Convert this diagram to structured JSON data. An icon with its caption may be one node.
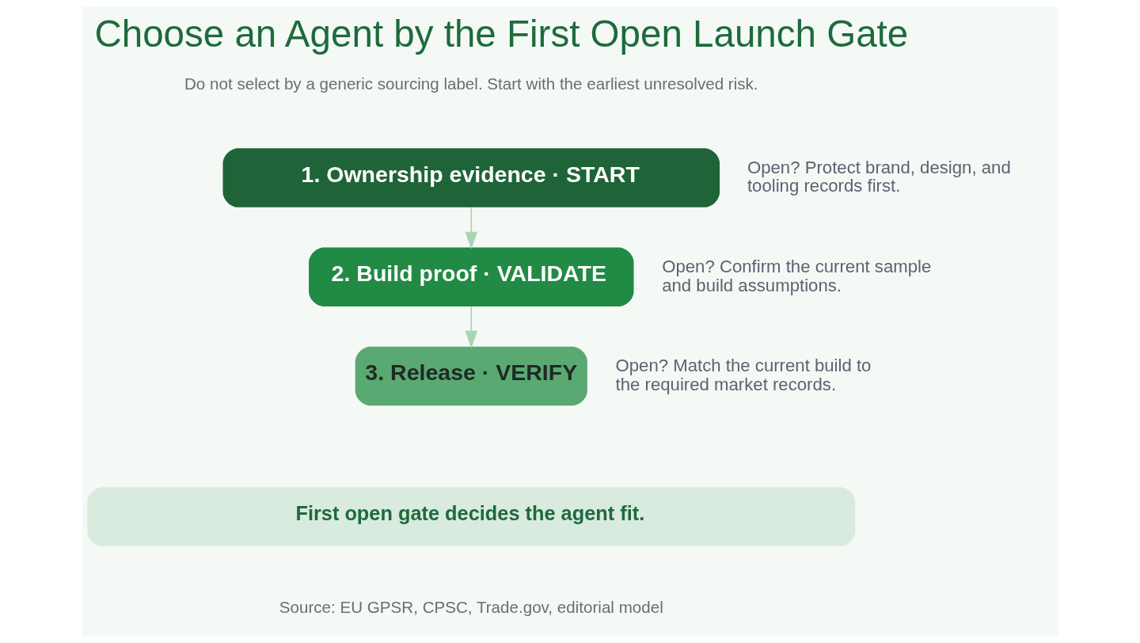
{
  "diagram": {
    "title": "Choose an Agent by the First Open Launch Gate",
    "nodes": [
      {
        "text": [
          "1. Ownership evidence · START"
        ],
        "beside": [
          "Open? Protect brand, design, and tooling records first."
        ]
      },
      {
        "text": [
          "2. Build proof · VALIDATE"
        ],
        "beside": [
          "Open? Confirm the current sample and build assumptions."
        ]
      },
      {
        "text": [
          "3. Release · VERIFY"
        ],
        "beside": [
          "Open? Match the current build to the required market records."
        ]
      },
      {
        "text": [
          "First open gate decides the agent fit."
        ]
      }
    ],
    "edges": [
      {
        "from": 0,
        "to": 1,
        "arrow": "to"
      },
      {
        "from": 1,
        "to": 2,
        "arrow": "to"
      }
    ],
    "labels": [
      "Do not select by a generic sourcing label. Start with the earliest unresolved risk.",
      "Source: EU GPSR, CPSC, Trade.gov, editorial model"
    ]
  }
}
